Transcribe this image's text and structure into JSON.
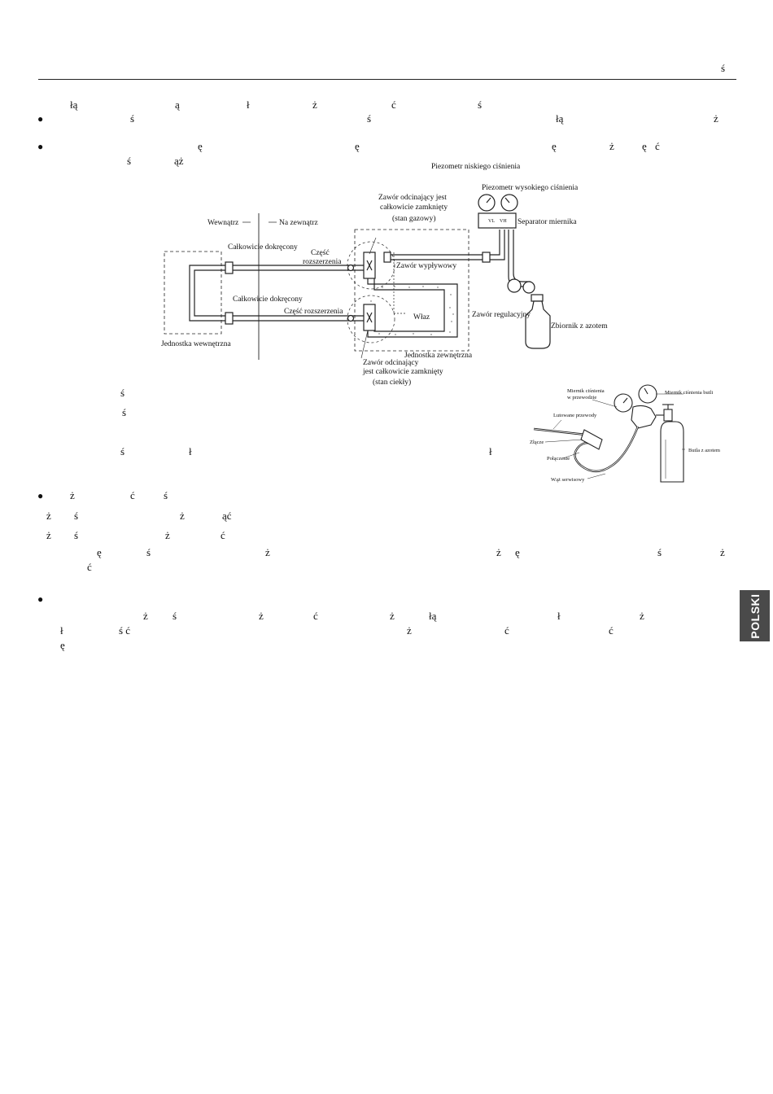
{
  "header": {
    "corner_char": "ś"
  },
  "side_tab": {
    "label": "POLSKI"
  },
  "body_fragments": {
    "r1": [
      "łą",
      "ą",
      "ł",
      "ż",
      "ć",
      "ś"
    ],
    "r2": [
      "ś",
      "ś",
      "łą",
      "ż"
    ],
    "r3": [
      "ę",
      "ę",
      "ę",
      "ż",
      "ę",
      "ć"
    ],
    "r4": [
      "ś",
      "ąż"
    ],
    "r5": [
      "ś"
    ],
    "r6": [
      "ś"
    ],
    "r7": [
      "ś",
      "ł",
      "ł"
    ],
    "r8": [
      "ż",
      "ć",
      "ś"
    ],
    "r9": [
      "ż",
      "ś",
      "ż",
      "ąć"
    ],
    "r10": [
      "ż",
      "ś",
      "ż",
      "ć"
    ],
    "r11": [
      "ę",
      "ś",
      "ż",
      "ż",
      "ę",
      "ś",
      "ż"
    ],
    "r12": [
      "ć"
    ],
    "r13": [
      "ż",
      "ś",
      "ż",
      "ć",
      "ż",
      "łą",
      "ł",
      "ż"
    ],
    "r14": [
      "ł",
      "ś ć",
      "ż",
      "ć",
      "ć"
    ],
    "r15": [
      "ę"
    ]
  },
  "diagram1": {
    "low_gauge": "Piezometr niskiego ciśnienia",
    "high_gauge": "Piezometr wysokiego ciśnienia",
    "gauge_vl": "VL",
    "gauge_vh": "VH",
    "manifold": "Separator miernika",
    "inside": "Wewnątrz",
    "outside": "Na zewnątrz",
    "valve_gas_l1": "Zawór odcinający jest",
    "valve_gas_l2": "całkowicie zamknięty",
    "valve_gas_l3": "(stan gazowy)",
    "tight_top": "Całkowicie dokręcony",
    "tight_bottom": "Całkowicie dokręcony",
    "flare_top_l1": "Część",
    "flare_top_l2": "rozszerzenia",
    "flare_bottom": "Część rozszerzenia",
    "outlet_valve": "Zawór wypływowy",
    "hatch": "Właz",
    "reg_valve": "Zawór regulacyjny",
    "nitrogen_tank": "Zbiornik z azotem",
    "indoor_unit": "Jednostka wewnętrzna",
    "outdoor_unit": "Jednostka zewnętrzna",
    "valve_liq_l1": "Zawór odcinający",
    "valve_liq_l2": "jest całkowicie zamknięty",
    "valve_liq_l3": "(stan ciekły)"
  },
  "diagram2": {
    "line_gauge_l1": "Miernik ciśnienia",
    "line_gauge_l2": "w przewodzie",
    "bottle_gauge": "Miernik ciśnienia butli",
    "brazed_pipe": "Lutowane przewody",
    "joint": "Złącze",
    "connection": "Połączenie",
    "hose": "Wąż serwisowy",
    "bottle": "Butla z azotem"
  }
}
